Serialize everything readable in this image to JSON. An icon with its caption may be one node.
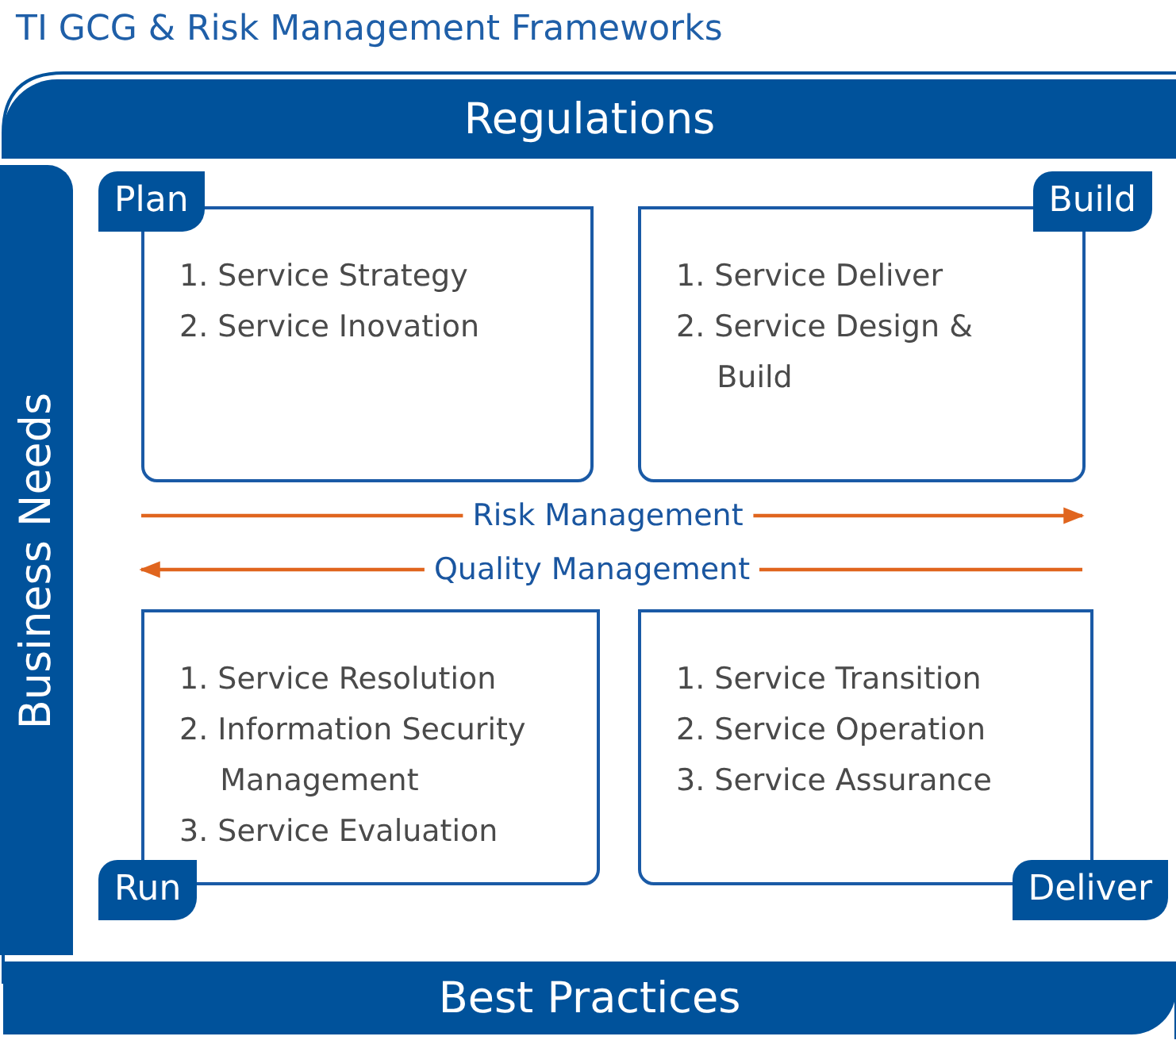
{
  "diagram": {
    "title": "TI GCG & Risk Management Frameworks",
    "nodes": [
      {
        "text": [
          "Regulations"
        ]
      },
      {
        "text": [
          "Business Needs"
        ]
      },
      {
        "text": [
          "Plan",
          "1. Service Strategy",
          "2. Service Inovation"
        ]
      },
      {
        "text": [
          "Build",
          "1. Service Deliver",
          "2. Service Design & Build"
        ]
      },
      {
        "text": [
          "Run",
          "1. Service Resolution",
          "2. Information Security Management",
          "3. Service Evaluation"
        ]
      },
      {
        "text": [
          "Deliver",
          "1. Service Transition",
          "2. Service Operation",
          "3. Service Assurance"
        ]
      },
      {
        "text": [
          "Best Practices"
        ]
      }
    ],
    "labels": [
      "Risk Management",
      "Quality Management"
    ]
  }
}
